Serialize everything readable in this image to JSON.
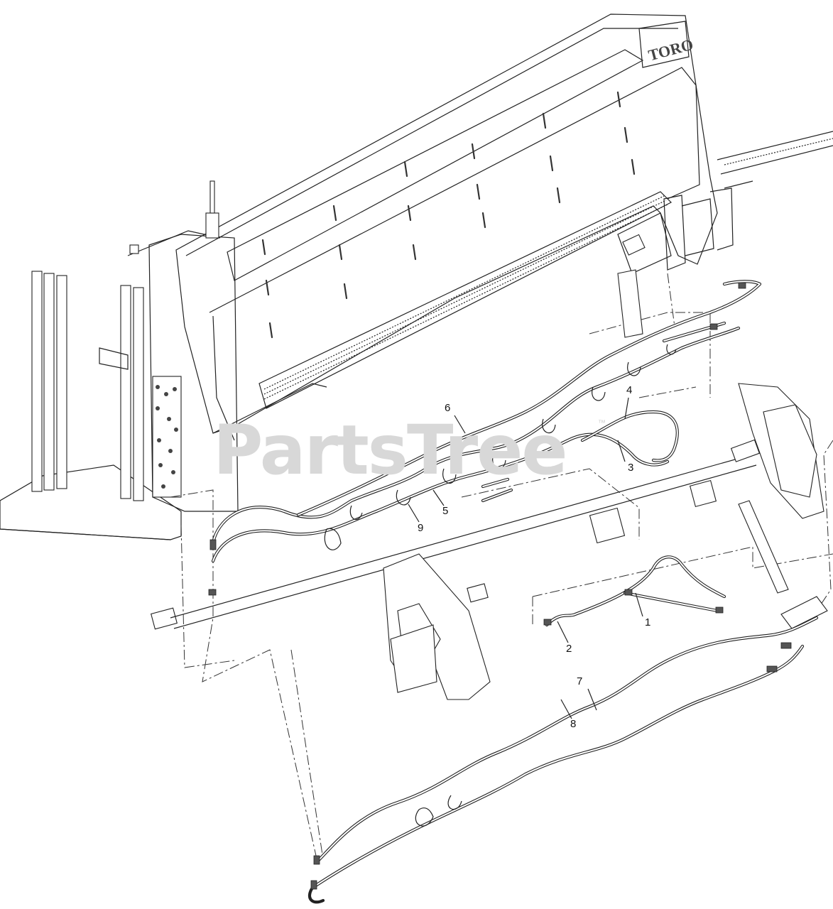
{
  "watermark": {
    "text": "PartsTree",
    "trademark": "™"
  },
  "brand": {
    "text": "TORO"
  },
  "callouts": [
    {
      "id": "1",
      "label": "1"
    },
    {
      "id": "2",
      "label": "2"
    },
    {
      "id": "3",
      "label": "3"
    },
    {
      "id": "4",
      "label": "4"
    },
    {
      "id": "5",
      "label": "5"
    },
    {
      "id": "6",
      "label": "6"
    },
    {
      "id": "7",
      "label": "7"
    },
    {
      "id": "8",
      "label": "8"
    },
    {
      "id": "9",
      "label": "9"
    }
  ]
}
